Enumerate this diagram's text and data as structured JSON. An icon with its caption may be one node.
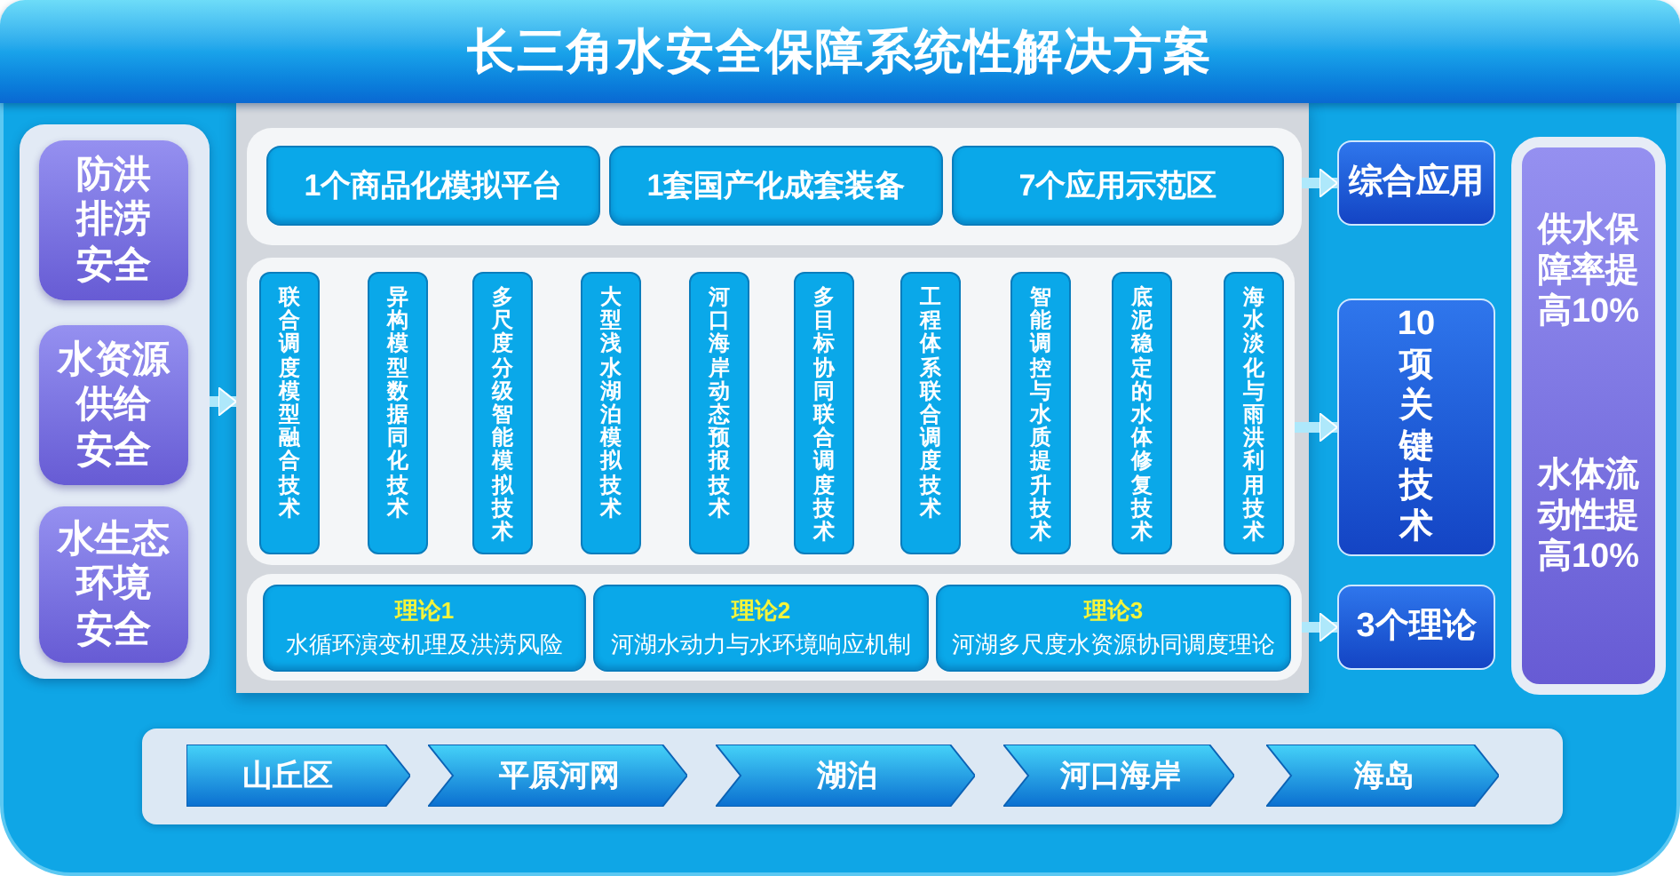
{
  "diagram": {
    "title": "长三角水安全保障系统性解决方案",
    "nodes": [
      {
        "text": [],
        "shape": "box"
      },
      {
        "text": [
          "防洪排涝安全"
        ],
        "in": 0
      },
      {
        "text": [
          "水资源供给安全"
        ],
        "in": 0
      },
      {
        "text": [
          "水生态环境安全"
        ],
        "in": 0
      },
      {
        "text": [],
        "shape": "box"
      },
      {
        "text": [],
        "shape": "box",
        "in": 4
      },
      {
        "text": [
          "1个商品化模拟平台"
        ],
        "in": 5
      },
      {
        "text": [
          "1套国产化成套装备"
        ],
        "in": 5
      },
      {
        "text": [
          "7个应用示范区"
        ],
        "in": 5
      },
      {
        "text": [],
        "shape": "box",
        "in": 4
      },
      {
        "text": [
          "联合调度模型融合技术"
        ],
        "in": 9
      },
      {
        "text": [
          "异构模型数据同化技术"
        ],
        "in": 9
      },
      {
        "text": [
          "多尺度分级智能模拟技术"
        ],
        "in": 9
      },
      {
        "text": [
          "大型浅水湖泊模拟技术"
        ],
        "in": 9
      },
      {
        "text": [
          "河口海岸动态预报技术"
        ],
        "in": 9
      },
      {
        "text": [
          "多目标协同联合调度技术"
        ],
        "in": 9
      },
      {
        "text": [
          "工程体系联合调度技术"
        ],
        "in": 9
      },
      {
        "text": [
          "智能调控与水质提升技术"
        ],
        "in": 9
      },
      {
        "text": [
          "底泥稳定的水体修复技术"
        ],
        "in": 9
      },
      {
        "text": [
          "海水淡化与雨洪利用技术"
        ],
        "in": 9
      },
      {
        "text": [],
        "shape": "box",
        "in": 4
      },
      {
        "text": [
          "理论1",
          "水循环演变机理及洪涝风险"
        ],
        "in": 20
      },
      {
        "text": [
          "理论2",
          "河湖水动力与水环境响应机制"
        ],
        "in": 20
      },
      {
        "text": [
          "理论3",
          "河湖多尺度水资源协同调度理论"
        ],
        "in": 20
      },
      {
        "text": [
          "综合应用"
        ]
      },
      {
        "text": [
          "10项关键技术"
        ]
      },
      {
        "text": [
          "3个理论"
        ]
      },
      {
        "text": [
          "供水保障率提高10%",
          "水体流动性提高10%"
        ]
      },
      {
        "text": [],
        "shape": "box"
      },
      {
        "text": [
          "山丘区"
        ],
        "in": 28
      },
      {
        "text": [
          "平原河网"
        ],
        "in": 28
      },
      {
        "text": [
          "湖泊"
        ],
        "in": 28
      },
      {
        "text": [
          "河口海岸"
        ],
        "in": 28
      },
      {
        "text": [
          "海岛"
        ],
        "in": 28
      }
    ],
    "edges": [
      {
        "from": 0,
        "to": 4,
        "arrow": "to"
      },
      {
        "from": 5,
        "to": 24,
        "arrow": "to"
      },
      {
        "from": 9,
        "to": 25,
        "arrow": "to"
      },
      {
        "from": 20,
        "to": 26,
        "arrow": "to"
      }
    ]
  }
}
